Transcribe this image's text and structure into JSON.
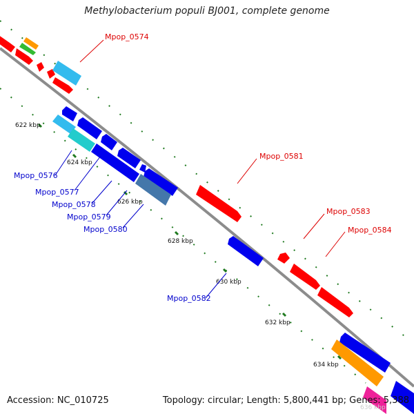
{
  "title": "Methylobacterium populi BJ001, complete genome",
  "accession": "Accession: NC_010725",
  "summary": "Topology: circular; Length: 5,800,441 bp; Genes: 5,388",
  "colors": {
    "backbone": "#8c8c8c",
    "ticks": "#1f7a1f",
    "forward_label": "#dd0000",
    "reverse_label": "#0000cc",
    "red": "#ff0000",
    "blue": "#0000ee",
    "light_blue": "#33bbee",
    "cyan": "#22cccc",
    "steel": "#4477aa",
    "orange": "#ff9900",
    "green": "#33bb33",
    "magenta": "#ee2299"
  },
  "ticks": [
    {
      "label": "622 kbp"
    },
    {
      "label": "624 kbp"
    },
    {
      "label": "626 kbp"
    },
    {
      "label": "628 kbp"
    },
    {
      "label": "630 kbp"
    },
    {
      "label": "632 kbp"
    },
    {
      "label": "634 kbp"
    },
    {
      "label": "636 kbp"
    }
  ],
  "gene_labels": {
    "mpop_0574": "Mpop_0574",
    "mpop_0576": "Mpop_0576",
    "mpop_0577": "Mpop_0577",
    "mpop_0578": "Mpop_0578",
    "mpop_0579": "Mpop_0579",
    "mpop_0580": "Mpop_0580",
    "mpop_0581": "Mpop_0581",
    "mpop_0582": "Mpop_0582",
    "mpop_0583": "Mpop_0583",
    "mpop_0584": "Mpop_0584"
  }
}
